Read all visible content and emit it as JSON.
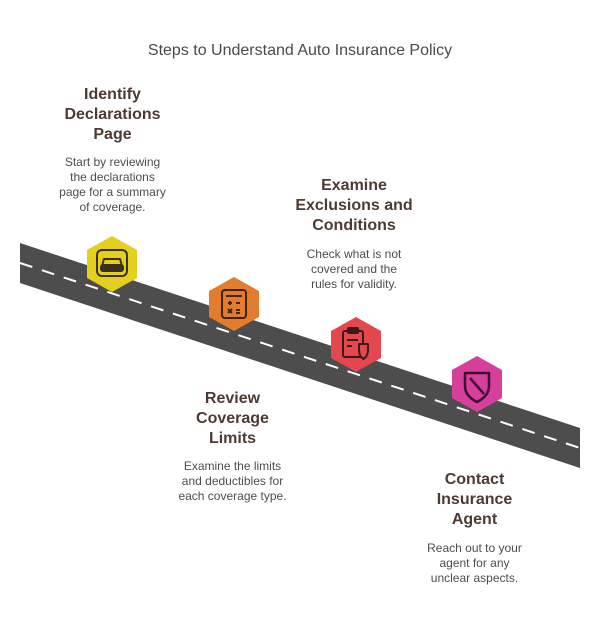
{
  "title": "Steps to Understand Auto Insurance Policy",
  "steps": [
    {
      "title": "Identify\nDeclarations\nPage",
      "description": "Start by reviewing\nthe declarations\npage for a summary\nof coverage.",
      "icon": "car-icon",
      "color": "#e4cf1c"
    },
    {
      "title": "Review\nCoverage\nLimits",
      "description": "Examine the limits\nand deductibles for\neach coverage type.",
      "icon": "calculator-icon",
      "color": "#e37c2c"
    },
    {
      "title": "Examine\nExclusions and\nConditions",
      "description": "Check what is not\ncovered and the\nrules for validity.",
      "icon": "clipboard-shield-icon",
      "color": "#e2484d"
    },
    {
      "title": "Contact\nInsurance\nAgent",
      "description": "Reach out to your\nagent for any\nunclear aspects.",
      "icon": "shield-icon",
      "color": "#d83e9b"
    }
  ]
}
